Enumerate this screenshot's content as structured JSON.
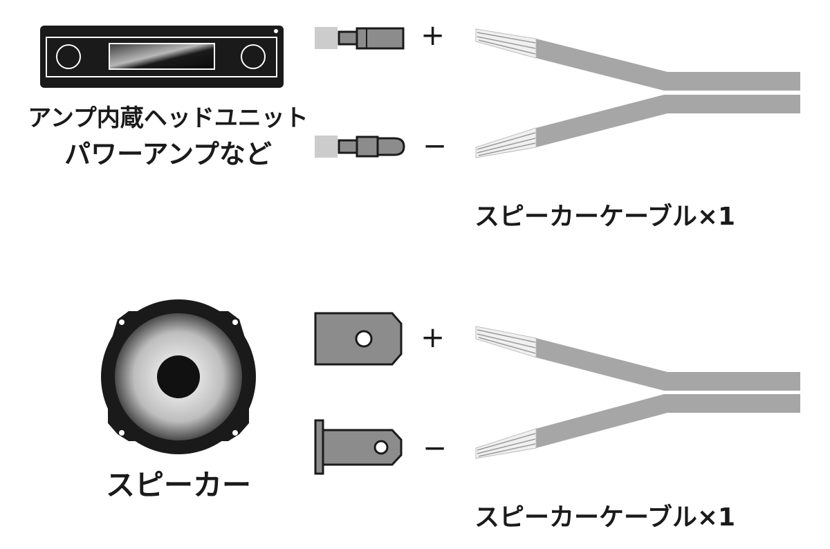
{
  "head_unit": {
    "label_line1": "アンプ内蔵ヘッドユニット",
    "label_line2": "パワーアンプなど"
  },
  "speaker": {
    "label": "スピーカー"
  },
  "cable_top": {
    "label": "スピーカーケーブル×1",
    "plus_sign": "+",
    "minus_sign": "−"
  },
  "cable_bottom": {
    "label": "スピーカーケーブル×1",
    "plus_sign": "+",
    "minus_sign": "−"
  },
  "colors": {
    "outline": "#1a1a1a",
    "cable_gray": "#a6a6a6",
    "terminal_gray": "#8c8c8c",
    "sleeve_gray": "#cccccc"
  }
}
